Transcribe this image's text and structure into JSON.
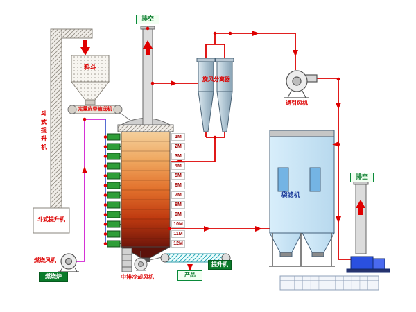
{
  "diagram": {
    "labels": {
      "vent_top": "排空",
      "vent_right": "排空",
      "hopper": "料斗",
      "belt_conveyor": "定量皮带输送机",
      "bucket_elevator": "斗式提升机",
      "bucket_elevator_boot": "斗式提升机",
      "cyclone_separator": "旋风分离器",
      "induced_draft_fan": "诱引风机",
      "bag_filter": "袋滤机",
      "combustion_fan": "燃烧风机",
      "combustion_furnace": "燃烧炉",
      "cooling_fan": "中排冷却风机",
      "product": "产品",
      "elevator": "提升机"
    },
    "tower_levels": [
      "1M",
      "2M",
      "3M",
      "4M",
      "5M",
      "6M",
      "7M",
      "8M",
      "9M",
      "10M",
      "11M",
      "12M"
    ],
    "icons": {
      "flow_arrow": "red-triangle",
      "junction_dot": "red-circle",
      "fan": "circle-with-hub",
      "valve": "green-rect"
    },
    "colors": {
      "flow_pipe": "#dd0000",
      "air_line": "#cc00cc",
      "fuel_header": "#2b48c8",
      "valve_green": "#2f9e38",
      "label_green": "#067a2a",
      "tower_top": "#f4cf9b",
      "tower_bottom": "#6e150a",
      "bag_filter_body": "#cfe9f8",
      "blower_blue": "#2a50e0"
    }
  }
}
